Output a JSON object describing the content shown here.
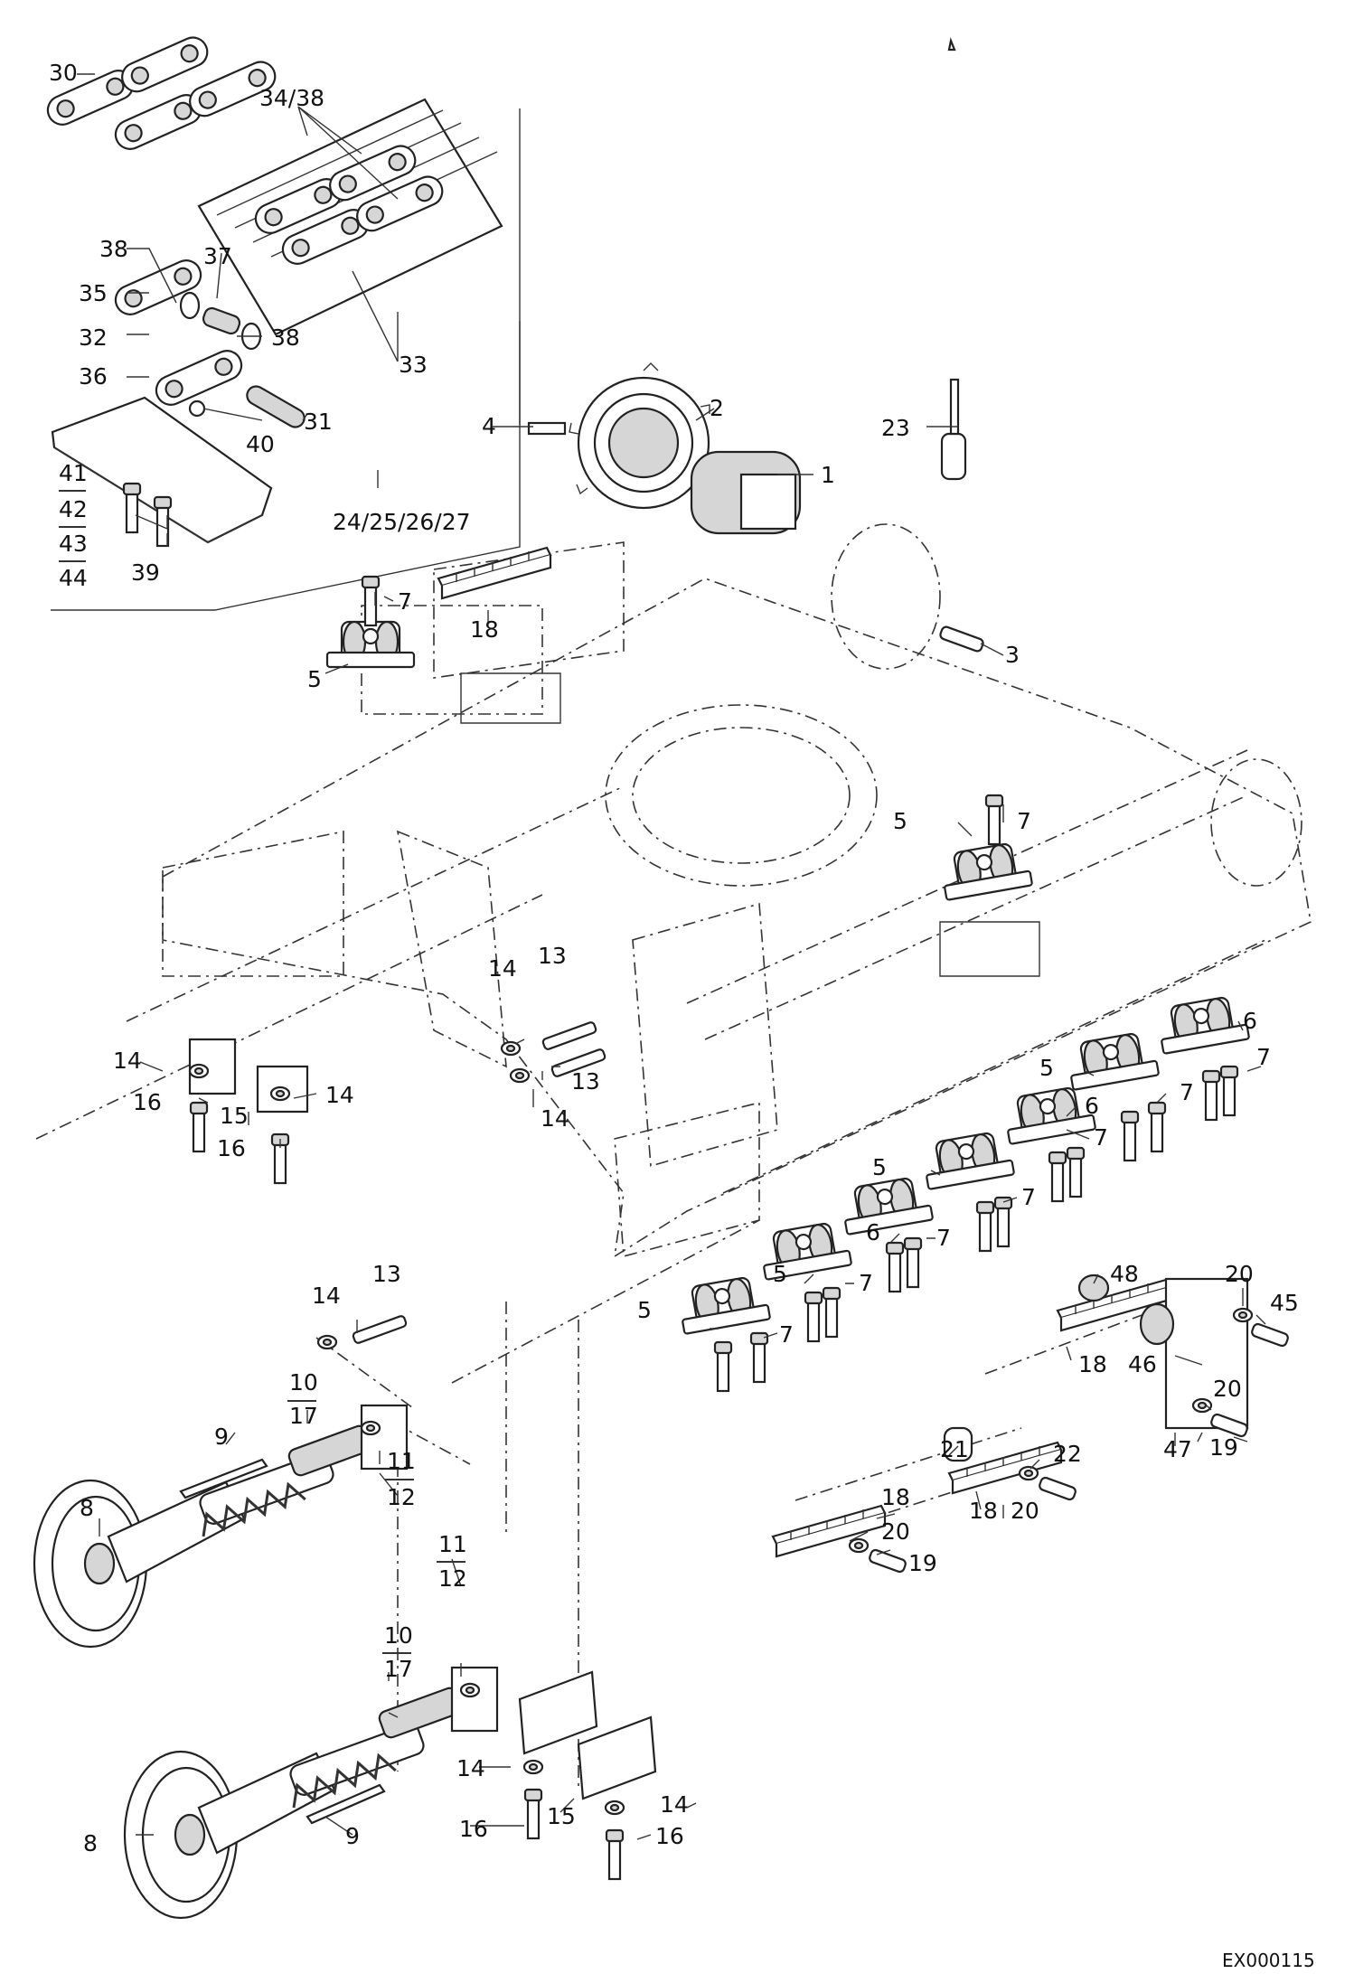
{
  "diagram": {
    "drawing_code": "EX000115",
    "labels": [
      {
        "id": "l30",
        "text": "30"
      },
      {
        "id": "l34_38",
        "text": "34/38"
      },
      {
        "id": "l38a",
        "text": "38"
      },
      {
        "id": "l37",
        "text": "37"
      },
      {
        "id": "l35",
        "text": "35"
      },
      {
        "id": "l38b",
        "text": "38"
      },
      {
        "id": "l32",
        "text": "32"
      },
      {
        "id": "l33",
        "text": "33"
      },
      {
        "id": "l36",
        "text": "36"
      },
      {
        "id": "l31",
        "text": "31"
      },
      {
        "id": "l40",
        "text": "40"
      },
      {
        "id": "l41",
        "text": "41"
      },
      {
        "id": "l42",
        "text": "42"
      },
      {
        "id": "l43",
        "text": "43"
      },
      {
        "id": "l44",
        "text": "44"
      },
      {
        "id": "l39",
        "text": "39"
      },
      {
        "id": "l24_27",
        "text": "24/25/26/27"
      },
      {
        "id": "l2",
        "text": "2"
      },
      {
        "id": "l4",
        "text": "4"
      },
      {
        "id": "l23",
        "text": "23"
      },
      {
        "id": "l1",
        "text": "1"
      },
      {
        "id": "l3",
        "text": "3"
      },
      {
        "id": "l7a",
        "text": "7"
      },
      {
        "id": "l18a",
        "text": "18"
      },
      {
        "id": "l5a",
        "text": "5"
      },
      {
        "id": "l5b",
        "text": "5"
      },
      {
        "id": "l7b",
        "text": "7"
      },
      {
        "id": "l13a",
        "text": "13"
      },
      {
        "id": "l14a",
        "text": "14"
      },
      {
        "id": "l13b",
        "text": "13"
      },
      {
        "id": "l14b",
        "text": "14"
      },
      {
        "id": "l14c",
        "text": "14"
      },
      {
        "id": "l14d",
        "text": "14"
      },
      {
        "id": "l16a",
        "text": "16"
      },
      {
        "id": "l15a",
        "text": "15"
      },
      {
        "id": "l16b",
        "text": "16"
      },
      {
        "id": "l6a",
        "text": "6"
      },
      {
        "id": "l7c",
        "text": "7"
      },
      {
        "id": "l5c",
        "text": "5"
      },
      {
        "id": "l7d",
        "text": "7"
      },
      {
        "id": "l6b",
        "text": "6"
      },
      {
        "id": "l7e",
        "text": "7"
      },
      {
        "id": "l5d",
        "text": "5"
      },
      {
        "id": "l7f",
        "text": "7"
      },
      {
        "id": "l6c",
        "text": "6"
      },
      {
        "id": "l7g",
        "text": "7"
      },
      {
        "id": "l5e",
        "text": "5"
      },
      {
        "id": "l7h",
        "text": "7"
      },
      {
        "id": "l5f",
        "text": "5"
      },
      {
        "id": "l7i",
        "text": "7"
      },
      {
        "id": "l13c",
        "text": "13"
      },
      {
        "id": "l14e",
        "text": "14"
      },
      {
        "id": "l48",
        "text": "48"
      },
      {
        "id": "l20a",
        "text": "20"
      },
      {
        "id": "l45",
        "text": "45"
      },
      {
        "id": "l46",
        "text": "46"
      },
      {
        "id": "l18b",
        "text": "18"
      },
      {
        "id": "l20b",
        "text": "20"
      },
      {
        "id": "l47",
        "text": "47"
      },
      {
        "id": "l19a",
        "text": "19"
      },
      {
        "id": "l10a",
        "text": "10"
      },
      {
        "id": "l17a",
        "text": "17"
      },
      {
        "id": "l9a",
        "text": "9"
      },
      {
        "id": "l11a",
        "text": "11"
      },
      {
        "id": "l12a",
        "text": "12"
      },
      {
        "id": "l8a",
        "text": "8"
      },
      {
        "id": "l21",
        "text": "21"
      },
      {
        "id": "l22",
        "text": "22"
      },
      {
        "id": "l18c",
        "text": "18"
      },
      {
        "id": "l20c",
        "text": "20"
      },
      {
        "id": "l18d",
        "text": "18"
      },
      {
        "id": "l20d",
        "text": "20"
      },
      {
        "id": "l19b",
        "text": "19"
      },
      {
        "id": "l11b",
        "text": "11"
      },
      {
        "id": "l12b",
        "text": "12"
      },
      {
        "id": "l10b",
        "text": "10"
      },
      {
        "id": "l17b",
        "text": "17"
      },
      {
        "id": "l9b",
        "text": "9"
      },
      {
        "id": "l8b",
        "text": "8"
      },
      {
        "id": "l14f",
        "text": "14"
      },
      {
        "id": "l14g",
        "text": "14"
      },
      {
        "id": "l16c",
        "text": "16"
      },
      {
        "id": "l15b",
        "text": "15"
      },
      {
        "id": "l16d",
        "text": "16"
      }
    ]
  }
}
